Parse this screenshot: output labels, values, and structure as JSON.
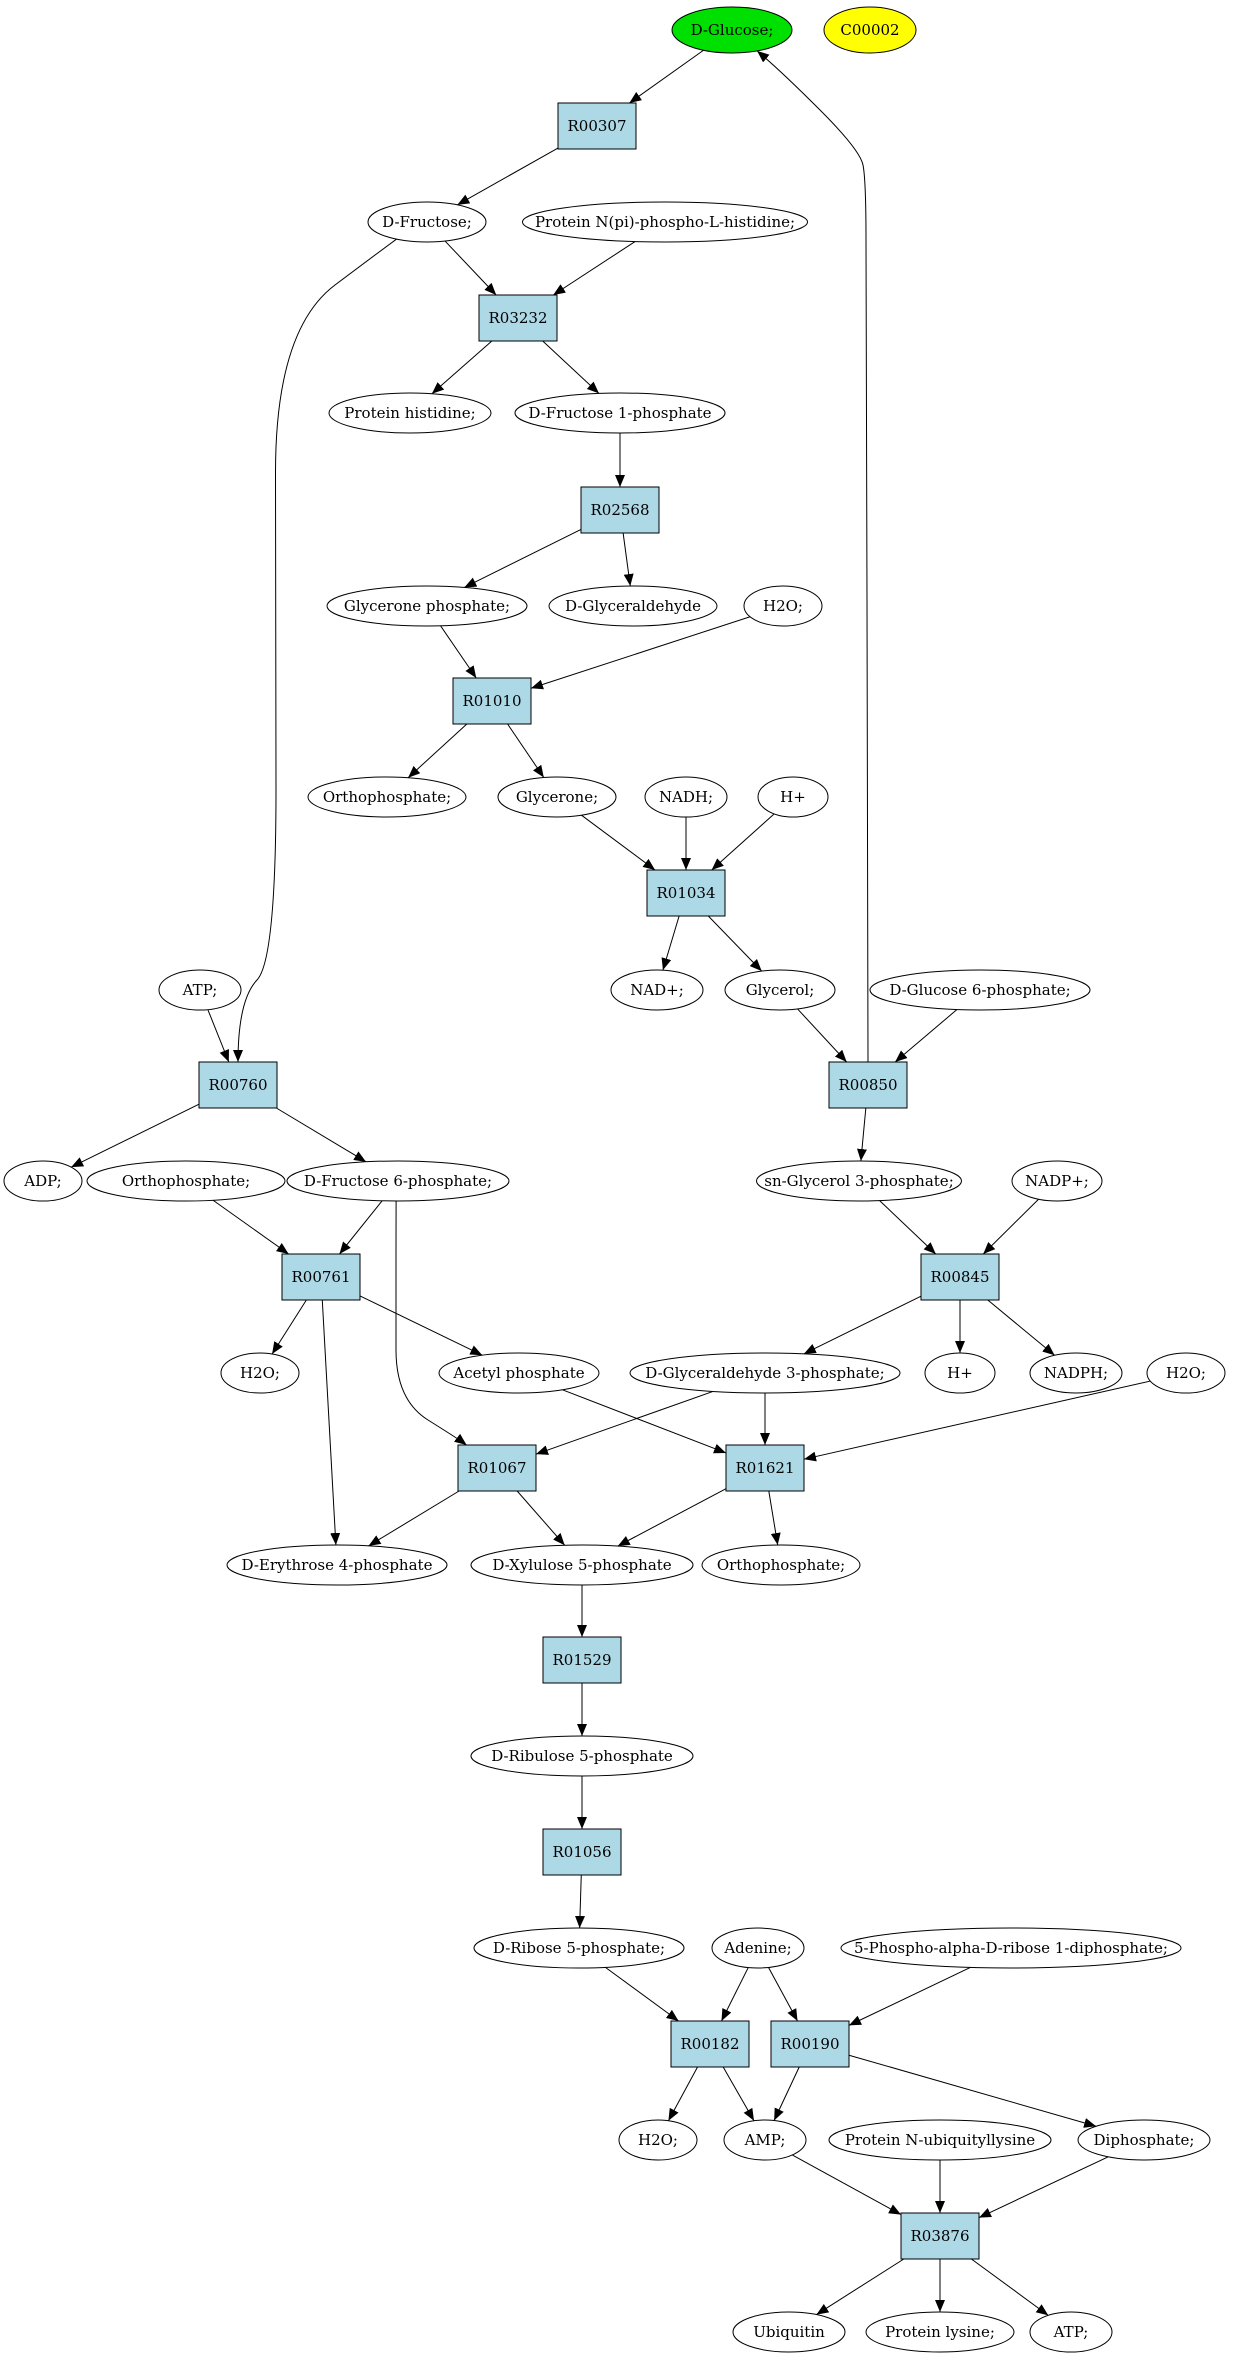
{
  "colors": {
    "start_compound": "#00e000",
    "target_compound": "#ffff00",
    "compound": "#ffffff",
    "reaction": "#add8e6"
  },
  "nodes": [
    {
      "id": "glc",
      "type": "compound",
      "label": "D-Glucose;",
      "color": "start_compound"
    },
    {
      "id": "c00002",
      "type": "compound",
      "label": "C00002",
      "color": "target_compound"
    },
    {
      "id": "r00307",
      "type": "reaction",
      "label": "R00307"
    },
    {
      "id": "fru",
      "type": "compound",
      "label": "D-Fructose;"
    },
    {
      "id": "pnphis",
      "type": "compound",
      "label": "Protein N(pi)-phospho-L-histidine;"
    },
    {
      "id": "r03232",
      "type": "reaction",
      "label": "R03232"
    },
    {
      "id": "phis",
      "type": "compound",
      "label": "Protein histidine;"
    },
    {
      "id": "f1p",
      "type": "compound",
      "label": "D-Fructose 1-phosphate"
    },
    {
      "id": "r02568",
      "type": "reaction",
      "label": "R02568"
    },
    {
      "id": "gnp",
      "type": "compound",
      "label": "Glycerone phosphate;"
    },
    {
      "id": "gald",
      "type": "compound",
      "label": "D-Glyceraldehyde"
    },
    {
      "id": "h2o_1",
      "type": "compound",
      "label": "H2O;"
    },
    {
      "id": "r01010",
      "type": "reaction",
      "label": "R01010"
    },
    {
      "id": "pi_1",
      "type": "compound",
      "label": "Orthophosphate;"
    },
    {
      "id": "gln",
      "type": "compound",
      "label": "Glycerone;"
    },
    {
      "id": "nadh",
      "type": "compound",
      "label": "NADH;"
    },
    {
      "id": "hplus_1",
      "type": "compound",
      "label": "H+"
    },
    {
      "id": "r01034",
      "type": "reaction",
      "label": "R01034"
    },
    {
      "id": "nadp",
      "type": "compound",
      "label": "NAD+;"
    },
    {
      "id": "glyc",
      "type": "compound",
      "label": "Glycerol;"
    },
    {
      "id": "g6p",
      "type": "compound",
      "label": "D-Glucose 6-phosphate;"
    },
    {
      "id": "atp_1",
      "type": "compound",
      "label": "ATP;"
    },
    {
      "id": "r00760",
      "type": "reaction",
      "label": "R00760"
    },
    {
      "id": "r00850",
      "type": "reaction",
      "label": "R00850"
    },
    {
      "id": "adp",
      "type": "compound",
      "label": "ADP;"
    },
    {
      "id": "pi_2",
      "type": "compound",
      "label": "Orthophosphate;"
    },
    {
      "id": "f6p",
      "type": "compound",
      "label": "D-Fructose 6-phosphate;"
    },
    {
      "id": "g3p",
      "type": "compound",
      "label": "sn-Glycerol 3-phosphate;"
    },
    {
      "id": "nadpplus",
      "type": "compound",
      "label": "NADP+;"
    },
    {
      "id": "r00761",
      "type": "reaction",
      "label": "R00761"
    },
    {
      "id": "r00845",
      "type": "reaction",
      "label": "R00845"
    },
    {
      "id": "h2o_2",
      "type": "compound",
      "label": "H2O;"
    },
    {
      "id": "acp",
      "type": "compound",
      "label": "Acetyl phosphate"
    },
    {
      "id": "gap",
      "type": "compound",
      "label": "D-Glyceraldehyde 3-phosphate;"
    },
    {
      "id": "hplus_2",
      "type": "compound",
      "label": "H+"
    },
    {
      "id": "nadph",
      "type": "compound",
      "label": "NADPH;"
    },
    {
      "id": "h2o_3",
      "type": "compound",
      "label": "H2O;"
    },
    {
      "id": "r01067",
      "type": "reaction",
      "label": "R01067"
    },
    {
      "id": "r01621",
      "type": "reaction",
      "label": "R01621"
    },
    {
      "id": "e4p",
      "type": "compound",
      "label": "D-Erythrose 4-phosphate"
    },
    {
      "id": "x5p",
      "type": "compound",
      "label": "D-Xylulose 5-phosphate"
    },
    {
      "id": "pi_3",
      "type": "compound",
      "label": "Orthophosphate;"
    },
    {
      "id": "r01529",
      "type": "reaction",
      "label": "R01529"
    },
    {
      "id": "ru5p",
      "type": "compound",
      "label": "D-Ribulose 5-phosphate"
    },
    {
      "id": "r01056",
      "type": "reaction",
      "label": "R01056"
    },
    {
      "id": "r5p",
      "type": "compound",
      "label": "D-Ribose 5-phosphate;"
    },
    {
      "id": "ade",
      "type": "compound",
      "label": "Adenine;"
    },
    {
      "id": "prpp",
      "type": "compound",
      "label": "5-Phospho-alpha-D-ribose 1-diphosphate;"
    },
    {
      "id": "r00182",
      "type": "reaction",
      "label": "R00182"
    },
    {
      "id": "r00190",
      "type": "reaction",
      "label": "R00190"
    },
    {
      "id": "h2o_4",
      "type": "compound",
      "label": "H2O;"
    },
    {
      "id": "amp",
      "type": "compound",
      "label": "AMP;"
    },
    {
      "id": "pnub",
      "type": "compound",
      "label": "Protein N-ubiquityllysine"
    },
    {
      "id": "ppi",
      "type": "compound",
      "label": "Diphosphate;"
    },
    {
      "id": "r03876",
      "type": "reaction",
      "label": "R03876"
    },
    {
      "id": "ubq",
      "type": "compound",
      "label": "Ubiquitin"
    },
    {
      "id": "plys",
      "type": "compound",
      "label": "Protein lysine;"
    },
    {
      "id": "atp_2",
      "type": "compound",
      "label": "ATP;"
    }
  ],
  "edges": [
    [
      "glc",
      "r00307"
    ],
    [
      "r00307",
      "fru"
    ],
    [
      "fru",
      "r03232"
    ],
    [
      "pnphis",
      "r03232"
    ],
    [
      "fru",
      "r00760"
    ],
    [
      "r03232",
      "phis"
    ],
    [
      "r03232",
      "f1p"
    ],
    [
      "f1p",
      "r02568"
    ],
    [
      "r02568",
      "gnp"
    ],
    [
      "r02568",
      "gald"
    ],
    [
      "gnp",
      "r01010"
    ],
    [
      "h2o_1",
      "r01010"
    ],
    [
      "r01010",
      "pi_1"
    ],
    [
      "r01010",
      "gln"
    ],
    [
      "gln",
      "r01034"
    ],
    [
      "nadh",
      "r01034"
    ],
    [
      "hplus_1",
      "r01034"
    ],
    [
      "r01034",
      "nadp"
    ],
    [
      "r01034",
      "glyc"
    ],
    [
      "glyc",
      "r00850"
    ],
    [
      "g6p",
      "r00850"
    ],
    [
      "r00850",
      "glc"
    ],
    [
      "r00850",
      "g3p"
    ],
    [
      "atp_1",
      "r00760"
    ],
    [
      "r00760",
      "adp"
    ],
    [
      "r00760",
      "f6p"
    ],
    [
      "pi_2",
      "r00761"
    ],
    [
      "f6p",
      "r00761"
    ],
    [
      "f6p",
      "r01067"
    ],
    [
      "g3p",
      "r00845"
    ],
    [
      "nadpplus",
      "r00845"
    ],
    [
      "r00845",
      "gap"
    ],
    [
      "r00845",
      "hplus_2"
    ],
    [
      "r00845",
      "nadph"
    ],
    [
      "r00761",
      "h2o_2"
    ],
    [
      "r00761",
      "acp"
    ],
    [
      "r00761",
      "e4p"
    ],
    [
      "acp",
      "r01621"
    ],
    [
      "gap",
      "r01067"
    ],
    [
      "gap",
      "r01621"
    ],
    [
      "h2o_3",
      "r01621"
    ],
    [
      "r01067",
      "e4p"
    ],
    [
      "r01067",
      "x5p"
    ],
    [
      "r01621",
      "x5p"
    ],
    [
      "r01621",
      "pi_3"
    ],
    [
      "x5p",
      "r01529"
    ],
    [
      "r01529",
      "ru5p"
    ],
    [
      "ru5p",
      "r01056"
    ],
    [
      "r01056",
      "r5p"
    ],
    [
      "r5p",
      "r00182"
    ],
    [
      "ade",
      "r00182"
    ],
    [
      "ade",
      "r00190"
    ],
    [
      "prpp",
      "r00190"
    ],
    [
      "r00182",
      "h2o_4"
    ],
    [
      "r00182",
      "amp"
    ],
    [
      "r00190",
      "amp"
    ],
    [
      "r00190",
      "ppi"
    ],
    [
      "amp",
      "r03876"
    ],
    [
      "pnub",
      "r03876"
    ],
    [
      "ppi",
      "r03876"
    ],
    [
      "r03876",
      "ubq"
    ],
    [
      "r03876",
      "plys"
    ],
    [
      "r03876",
      "atp_2"
    ]
  ]
}
